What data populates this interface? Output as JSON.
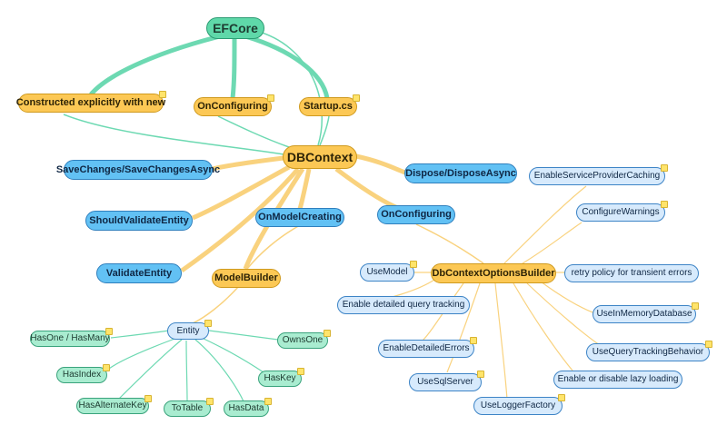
{
  "nodes": {
    "efcore": "EFCore",
    "constructed": "Constructed explicitly with new",
    "onconfiguring_top": "OnConfiguring",
    "startup": "Startup.cs",
    "dbcontext": "DBContext",
    "savechanges": "SaveChanges/SaveChangesAsync",
    "dispose": "Dispose/DisposeAsync",
    "shouldvalidate": "ShouldValidateEntity",
    "onmodelcreating": "OnModelCreating",
    "onconfiguring_mid": "OnConfiguring",
    "validateentity": "ValidateEntity",
    "modelbuilder": "ModelBuilder",
    "entity": "Entity",
    "hasone": "HasOne / HasMany",
    "ownsone": "OwnsOne",
    "hasindex": "HasIndex",
    "haskey": "HasKey",
    "hasalternatekey": "HasAlternateKey",
    "totable": "ToTable",
    "hasdata": "HasData",
    "optionsbuilder": "DbContextOptionsBuilder",
    "usemodel": "UseModel",
    "retry": "retry policy for transient errors",
    "enable_service_caching": "EnableServiceProviderCaching",
    "configure_warnings": "ConfigureWarnings",
    "enable_detailed_tracking": "Enable detailed query tracking",
    "use_inmemory": "UseInMemoryDatabase",
    "enable_detailed_errors": "EnableDetailedErrors",
    "use_tracking_behavior": "UseQueryTrackingBehavior",
    "use_sqlserver": "UseSqlServer",
    "lazy_loading": "Enable or disable lazy loading",
    "use_logger": "UseLoggerFactory"
  },
  "colors": {
    "teal": "#5fd8a9",
    "teal_edge": "#6dd9b2",
    "yellow": "#fcc855",
    "yellow_edge": "#f9d27e",
    "blue": "#62c1f4",
    "light_blue": "#d7eafc",
    "light_teal": "#a9ecd0"
  }
}
